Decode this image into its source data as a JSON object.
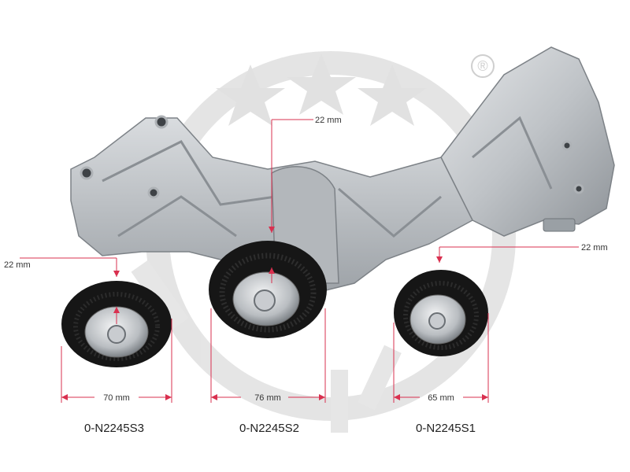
{
  "colors": {
    "background": "#ffffff",
    "watermark": "#dcdcdc",
    "dimension_line": "#d9304f",
    "metal_light": "#cdd0d3",
    "metal_dark": "#8e9296",
    "pulley_black": "#161616",
    "label_text": "#222222"
  },
  "watermark": {
    "registered_mark": "®"
  },
  "dimensions": {
    "left_height": "22 mm",
    "center_height": "22 mm",
    "right_height": "22 mm",
    "left_width": "70 mm",
    "center_width": "76 mm",
    "right_width": "65 mm"
  },
  "parts": [
    {
      "label": "0-N2245S3"
    },
    {
      "label": "0-N2245S2"
    },
    {
      "label": "0-N2245S1"
    }
  ],
  "icons": [
    "watermark-logo",
    "registered-mark-icon",
    "bracket-photo",
    "pulley-icon"
  ]
}
